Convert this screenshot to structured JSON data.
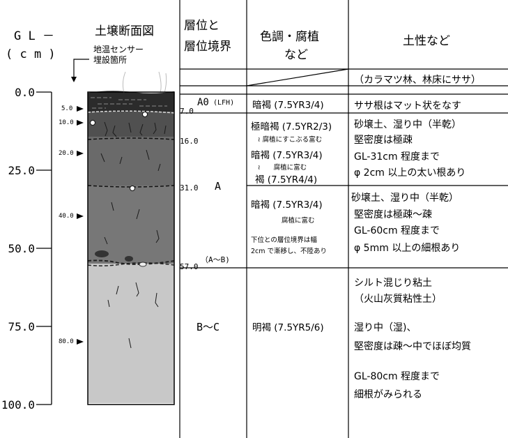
{
  "axis": {
    "title_line1": "G L －",
    "title_line2": "( c m )",
    "ticks": [
      "0.0",
      "25.0",
      "50.0",
      "75.0",
      "100.0"
    ]
  },
  "profile": {
    "title": "土壌断面図",
    "sensor_label_line1": "地温センサー",
    "sensor_label_line2": "埋設箇所",
    "sensor_depths": [
      "5.0",
      "10.0",
      "20.0",
      "40.0",
      "80.0"
    ]
  },
  "table": {
    "header_horizon_line1": "層位と",
    "header_horizon_line2": "層位境界",
    "header_color_line1": "色調・腐植",
    "header_color_line2": "など",
    "header_soil": "土性など",
    "vegetation_note": "（カラマツ林、林床にササ）",
    "boundaries": [
      "7.0",
      "16.0",
      "31.0",
      "57.0"
    ],
    "horizons": {
      "ao_name": "A0",
      "ao_sub": "(LFH)",
      "a_name": "A",
      "ab_name": "（A～B)",
      "bc_name": "B～C"
    },
    "colors": {
      "ao": "暗褐 (7.5YR3/4)",
      "a1_line1": "極暗褐 (7.5YR2/3)",
      "a1_line2": "≀ 腐植にすこぶる富む",
      "a2_line1": "暗褐 (7.5YR3/4)",
      "a2_line2": "≀　　腐植に富む",
      "a2_line3": "褐 (7.5YR4/4)",
      "a3_line1": "暗褐 (7.5YR3/4)",
      "a3_line2": "腐植に富む",
      "a3_line3": "下位との層位境界は幅",
      "a3_line4": "2cm で漸移し、不陸あり",
      "bc": "明褐 (7.5YR5/6)"
    },
    "properties": {
      "ao": "ササ根はマット状をなす",
      "a1_line1": "砂壌土、湿り中（半乾）",
      "a1_line2": "堅密度は極疎",
      "a1_line3": "GL-31cm 程度まで",
      "a1_line4": "φ 2cm 以上の太い根あり",
      "a2_line1": "砂壌土、湿り中（半乾）",
      "a2_line2": "堅密度は極疎～疎",
      "a2_line3": "GL-60cm 程度まで",
      "a2_line4": "φ 5mm 以上の細根あり",
      "bc_line1": "シルト混じり粘土",
      "bc_line2": "（火山灰質粘性土）",
      "bc_line3": "湿り中（湿)、",
      "bc_line4": "堅密度は疎～中でほぼ均質",
      "bc_line5": "GL-80cm 程度まで",
      "bc_line6": "細根がみられる"
    }
  }
}
